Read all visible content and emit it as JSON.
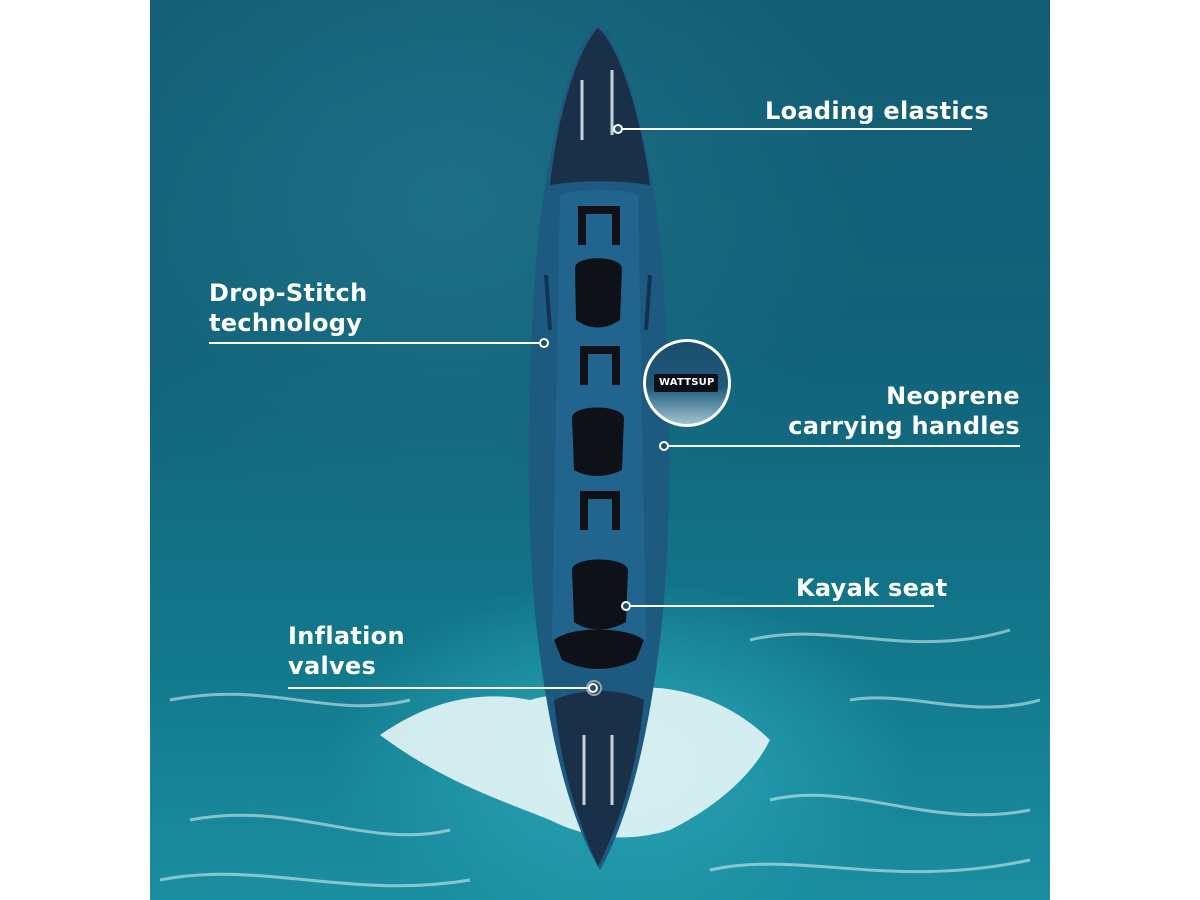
{
  "labels": {
    "loading_elastics": "Loading elastics",
    "drop_stitch_line1": "Drop-Stitch",
    "drop_stitch_line2": "technology",
    "neoprene_line1": "Neoprene",
    "neoprene_line2": "carrying handles",
    "kayak_seat": "Kayak seat",
    "inflation_line1": "Inflation",
    "inflation_line2": "valves"
  },
  "brand": {
    "inset_logo": "WATTSUP"
  },
  "colors": {
    "sea_dark": "#135d74",
    "sea_light": "#2aa7b8",
    "kayak_body": "#1c5a80",
    "kayak_deck": "#1a2f48",
    "label_text": "#ffffff"
  }
}
